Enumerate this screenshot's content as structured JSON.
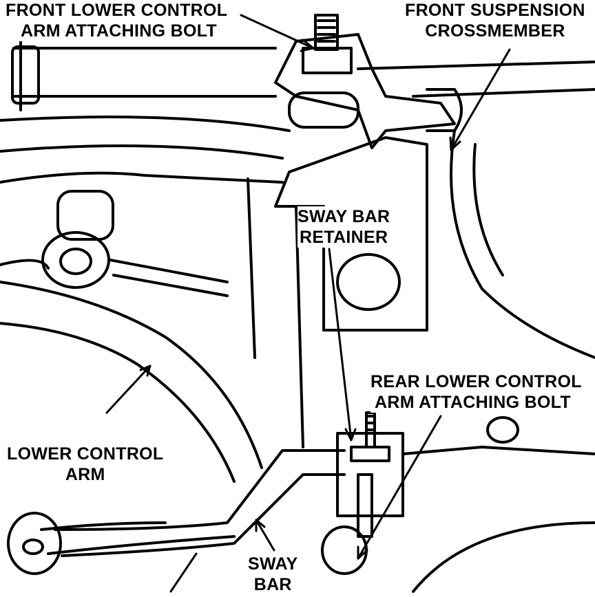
{
  "diagram": {
    "colors": {
      "ink": "#000000",
      "paper": "#ffffff"
    },
    "labels": {
      "front_bolt": [
        "FRONT LOWER CONTROL",
        "ARM ATTACHING BOLT"
      ],
      "crossmember": [
        "FRONT SUSPENSION",
        "CROSSMEMBER"
      ],
      "retainer": [
        "SWAY BAR",
        "RETAINER"
      ],
      "rear_bolt": [
        "REAR LOWER CONTROL",
        "ARM ATTACHING BOLT"
      ],
      "lower_arm": [
        "LOWER CONTROL",
        "ARM"
      ],
      "sway_bar": [
        "SWAY",
        "BAR"
      ]
    }
  }
}
